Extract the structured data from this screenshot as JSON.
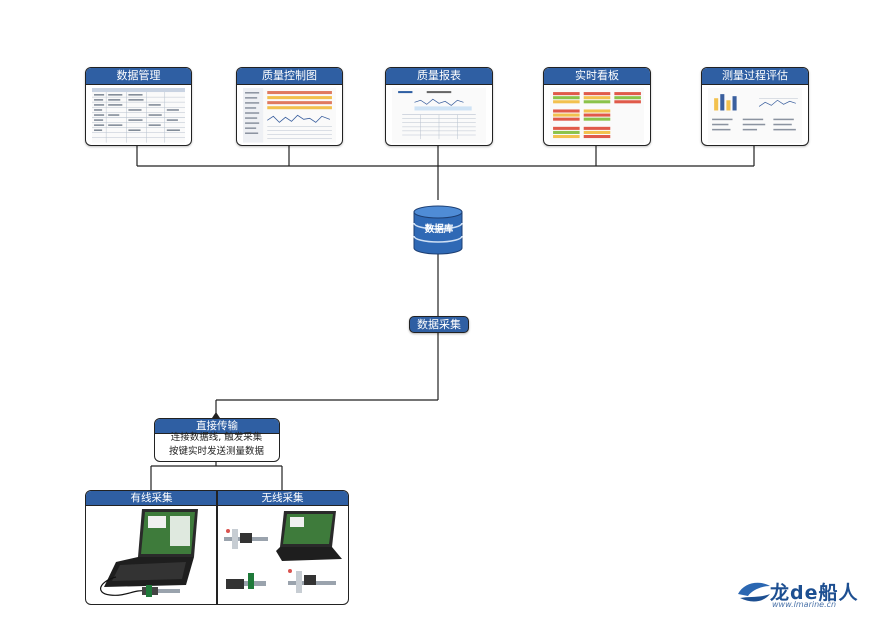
{
  "modules": [
    {
      "label": "数据管理"
    },
    {
      "label": "质量控制图"
    },
    {
      "label": "质量报表"
    },
    {
      "label": "实时看板"
    },
    {
      "label": "测量过程评估"
    }
  ],
  "database": {
    "label": "数据库"
  },
  "collect": {
    "label": "数据采集"
  },
  "direct": {
    "label": "直接传输",
    "desc_line1": "连接数据线, 触发采集",
    "desc_line2": "按键实时发送测量数据"
  },
  "wired": {
    "label": "有线采集"
  },
  "wireless": {
    "label": "无线采集"
  },
  "logo": {
    "brand": "龙de船人",
    "url": "www.lmarine.cn"
  },
  "colors": {
    "accent": "#2f5fa3",
    "line": "#222222"
  }
}
